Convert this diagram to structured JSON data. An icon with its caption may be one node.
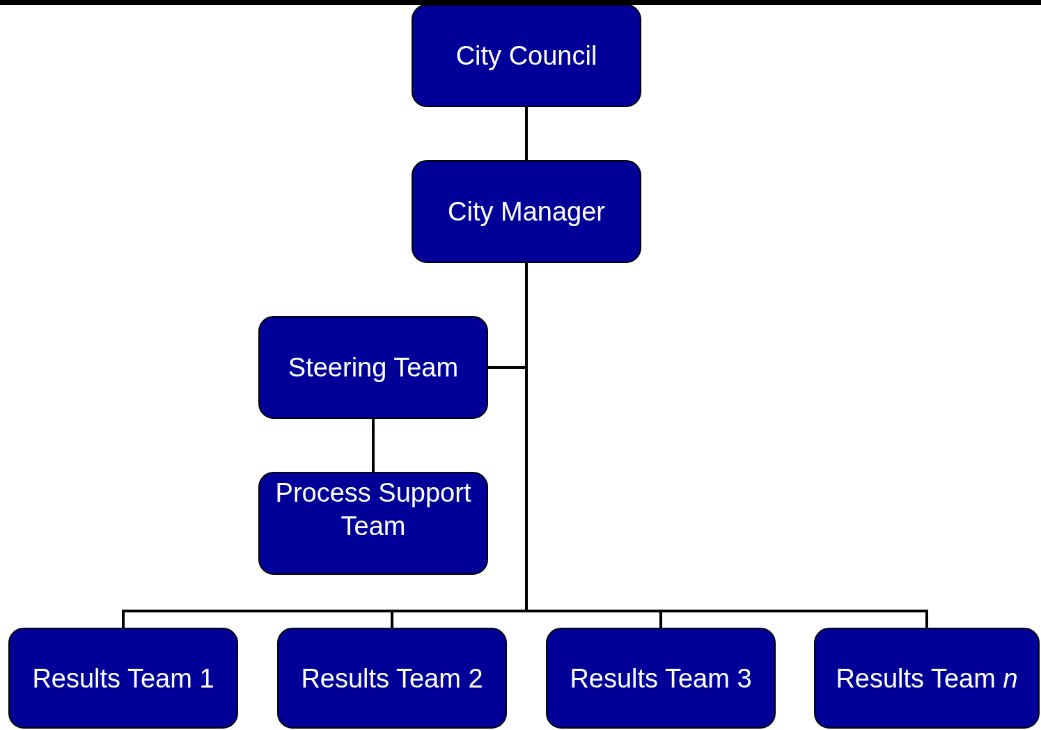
{
  "diagram": {
    "nodes": [
      {
        "text": [
          "City Council"
        ]
      },
      {
        "text": [
          "City Manager"
        ]
      },
      {
        "text": [
          "Steering Team"
        ]
      },
      {
        "text": [
          "Process Support Team"
        ]
      },
      {
        "text": [
          "Results Team 1"
        ]
      },
      {
        "text": [
          "Results Team 2"
        ]
      },
      {
        "text": [
          "Results Team 3"
        ]
      },
      {
        "text": [
          "Results Team *n*"
        ]
      }
    ],
    "edges": [
      {
        "from": 0,
        "to": 1,
        "arrow": "none"
      },
      {
        "from": 1,
        "to": 2,
        "arrow": "none"
      },
      {
        "from": 2,
        "to": 3,
        "arrow": "none"
      },
      {
        "from": 1,
        "to": 4,
        "arrow": "none"
      },
      {
        "from": 1,
        "to": 5,
        "arrow": "none"
      },
      {
        "from": 1,
        "to": 6,
        "arrow": "none"
      },
      {
        "from": 1,
        "to": 7,
        "arrow": "none"
      }
    ]
  }
}
